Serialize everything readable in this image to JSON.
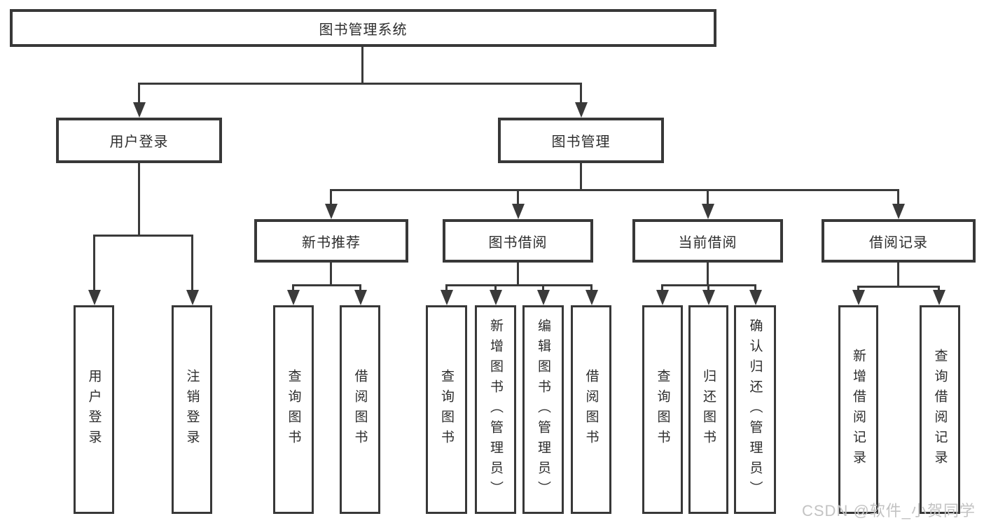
{
  "tree": {
    "label": "图书管理系统",
    "children": [
      {
        "label": "用户登录",
        "children": [
          {
            "label": "用户登录"
          },
          {
            "label": "注销登录"
          }
        ]
      },
      {
        "label": "图书管理",
        "children": [
          {
            "label": "新书推荐",
            "children": [
              {
                "label": "查询图书"
              },
              {
                "label": "借阅图书"
              }
            ]
          },
          {
            "label": "图书借阅",
            "children": [
              {
                "label": "查询图书"
              },
              {
                "label": "新增图书（管理员）"
              },
              {
                "label": "编辑图书（管理员）"
              },
              {
                "label": "借阅图书"
              }
            ]
          },
          {
            "label": "当前借阅",
            "children": [
              {
                "label": "查询图书"
              },
              {
                "label": "归还图书"
              },
              {
                "label": "确认归还（管理员）"
              }
            ]
          },
          {
            "label": "借阅记录",
            "children": [
              {
                "label": "新增借阅记录"
              },
              {
                "label": "查询借阅记录"
              }
            ]
          }
        ]
      }
    ]
  },
  "watermark": {
    "text": "CSDN @软件_小贺同学"
  },
  "colors": {
    "line": "#3a3a3a",
    "box_border": "#383838",
    "text": "#2d2d2d",
    "background": "#ffffff",
    "watermark": "#c3c3c3"
  }
}
